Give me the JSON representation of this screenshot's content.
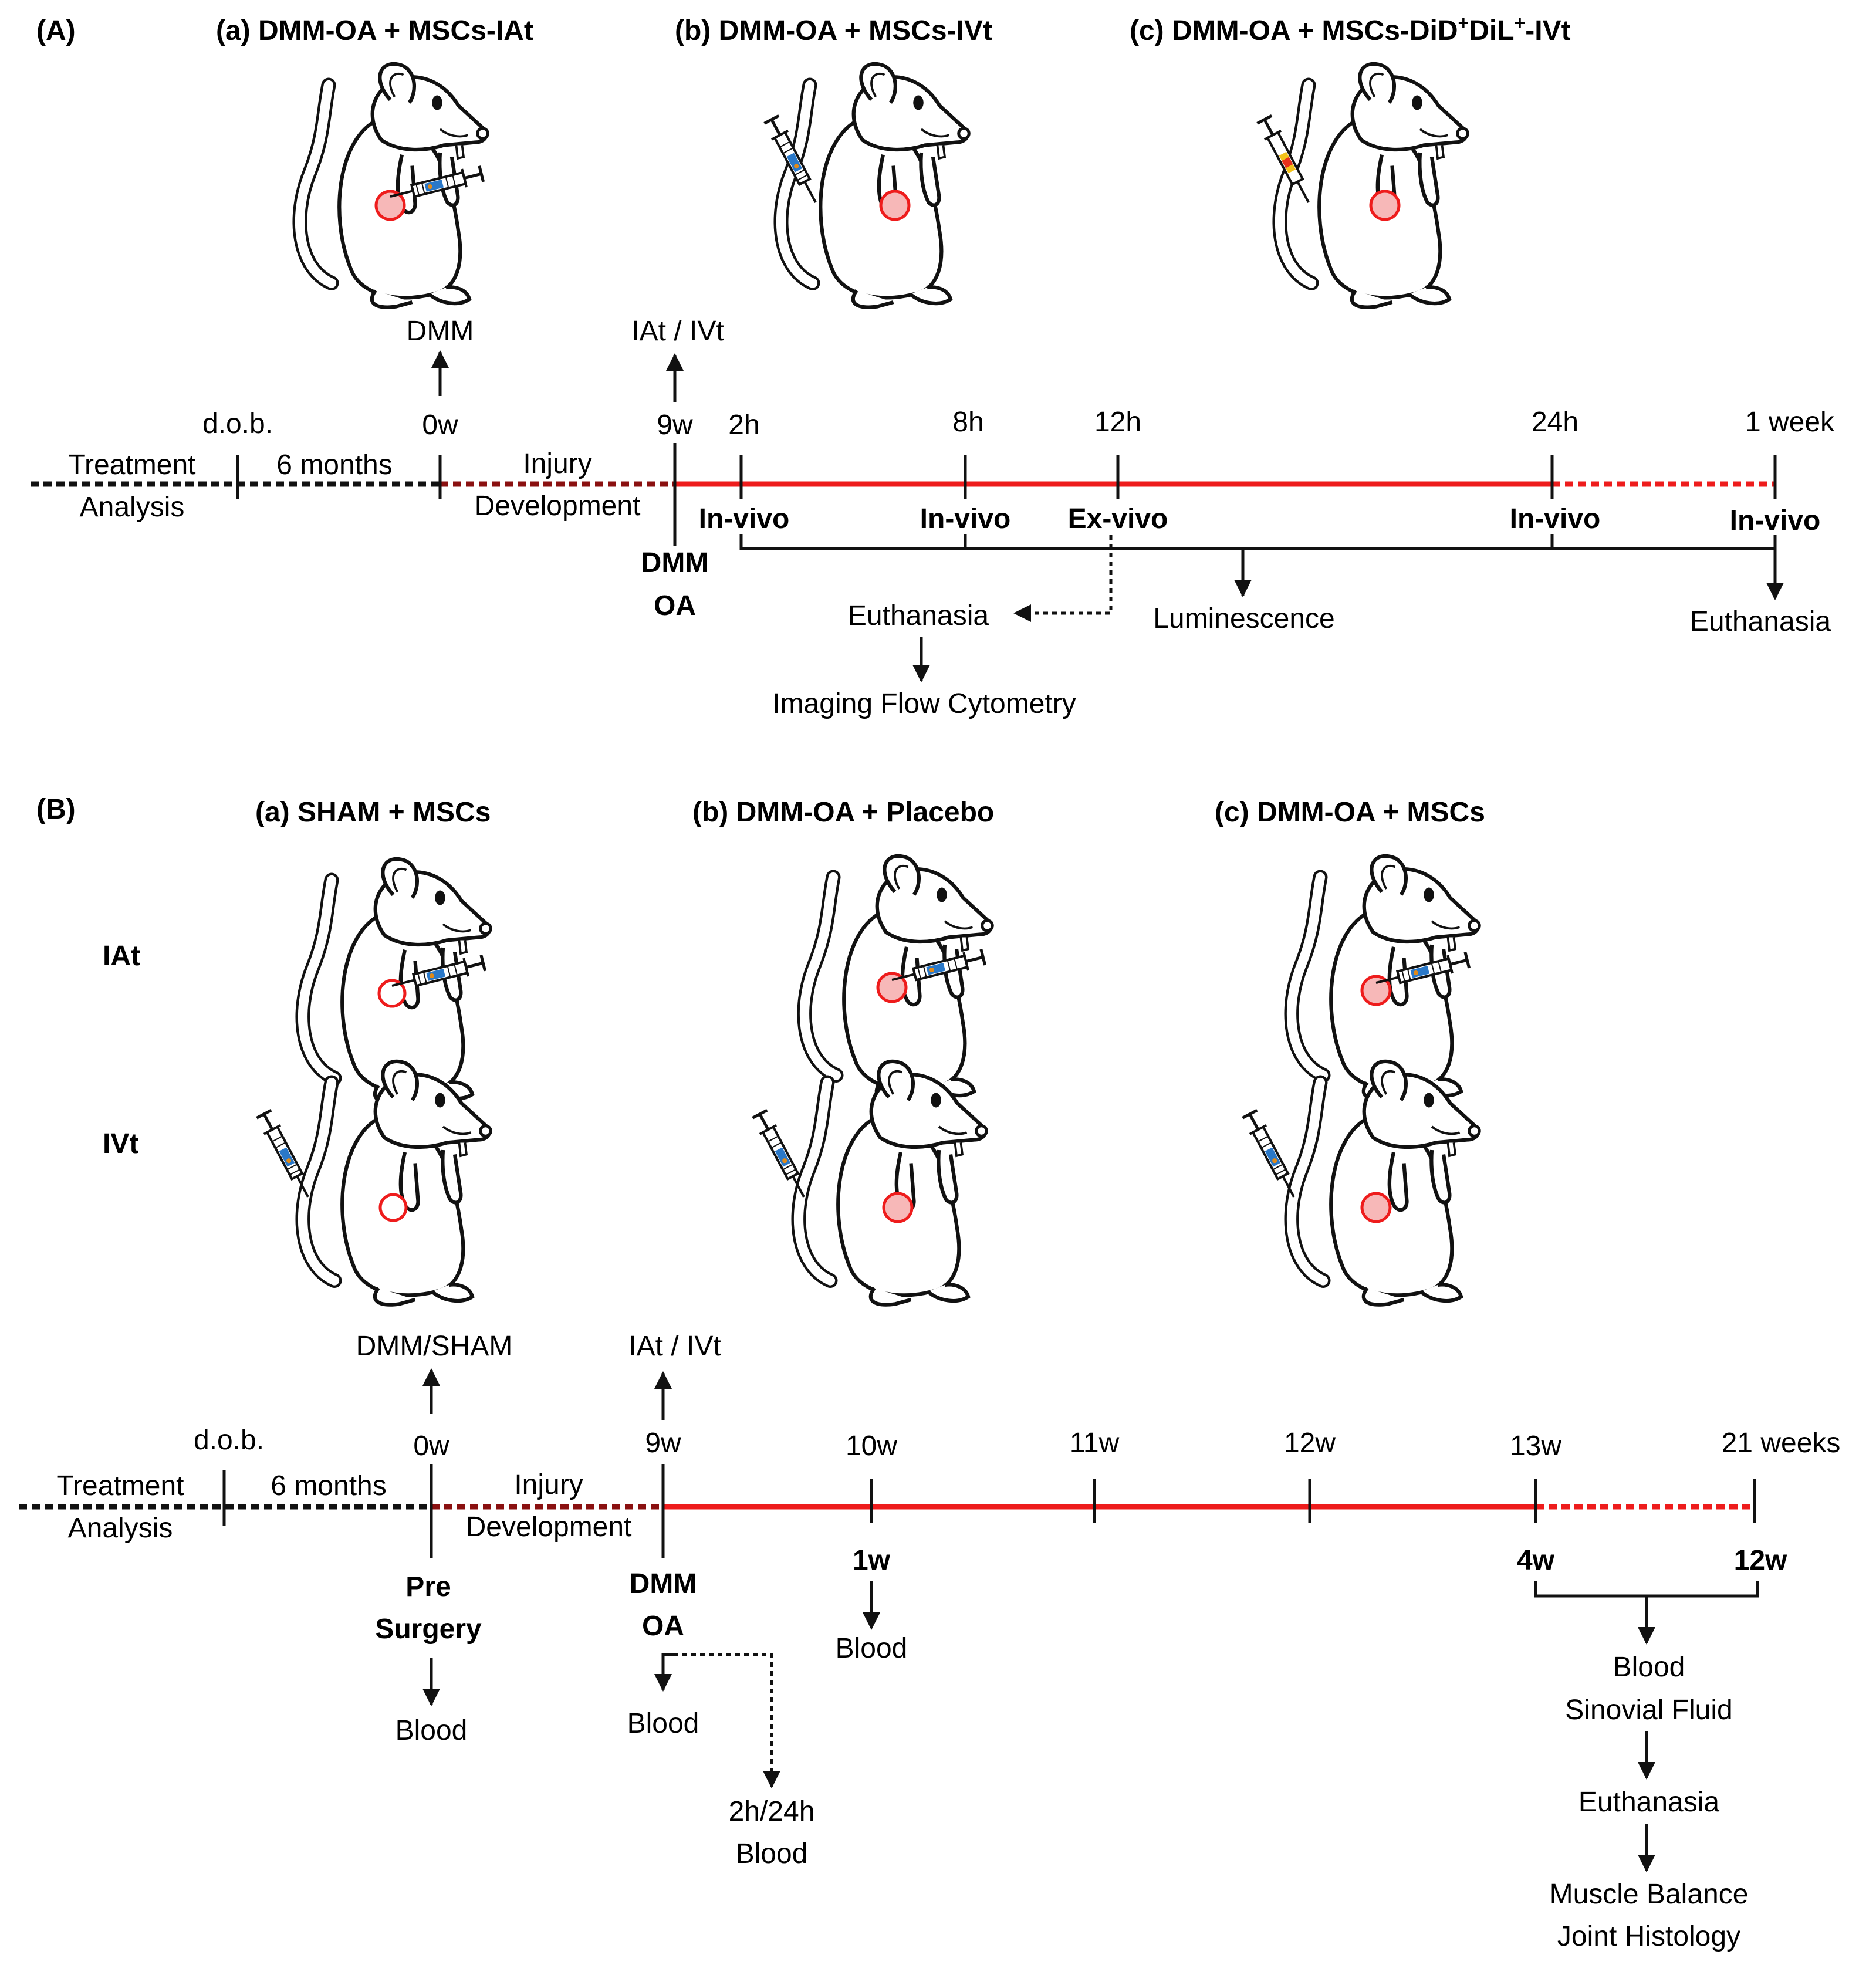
{
  "panel_a": {
    "label": "(A)",
    "groups": [
      {
        "title": "(a) DMM-OA + MSCs-IAt"
      },
      {
        "title": "(b) DMM-OA + MSCs-IVt"
      },
      {
        "title_main": "(c) DMM-OA + MSCs-DiD",
        "sup1": "+",
        "title_mid": "DiL",
        "sup2": "+",
        "title_end": "-IVt"
      }
    ],
    "timeline": {
      "dob": "d.o.b.",
      "treatment": "Treatment",
      "analysis": "Analysis",
      "six_months": "6 months",
      "injury": "Injury",
      "development": "Development",
      "dmm_event": "DMM",
      "iat_ivt_event": "IAt / IVt",
      "ticks": [
        "0w",
        "9w",
        "2h",
        "8h",
        "12h",
        "24h",
        "1 week"
      ],
      "dmm_oa_line1": "DMM",
      "dmm_oa_line2": "OA",
      "in_vivo": "In-vivo",
      "ex_vivo": "Ex-vivo",
      "luminescence": "Luminescence",
      "euthanasia": "Euthanasia",
      "imaging_flow": "Imaging Flow Cytometry"
    }
  },
  "panel_b": {
    "label": "(B)",
    "groups": [
      {
        "title": "(a) SHAM + MSCs"
      },
      {
        "title": "(b) DMM-OA + Placebo"
      },
      {
        "title": "(c) DMM-OA + MSCs"
      }
    ],
    "row_labels": [
      "IAt",
      "IVt"
    ],
    "timeline": {
      "dob": "d.o.b.",
      "treatment": "Treatment",
      "analysis": "Analysis",
      "six_months": "6 months",
      "injury": "Injury",
      "development": "Development",
      "dmm_sham_event": "DMM/SHAM",
      "iat_ivt_event": "IAt / IVt",
      "ticks": [
        "0w",
        "9w",
        "10w",
        "11w",
        "12w",
        "13w",
        "21 weeks"
      ],
      "pre": "Pre",
      "surgery": "Surgery",
      "dmm": "DMM",
      "oa": "OA",
      "w1": "1w",
      "w4": "4w",
      "w12": "12w",
      "blood": "Blood",
      "blood_2h24h_line1": "2h/24h",
      "sinovial": "Sinovial Fluid",
      "euthanasia": "Euthanasia",
      "muscle": "Muscle Balance",
      "histology": "Joint Histology"
    }
  },
  "colors": {
    "red": "#ee1c1c",
    "dark": "#111111",
    "joint_fill_light": "#f7b8b8"
  }
}
